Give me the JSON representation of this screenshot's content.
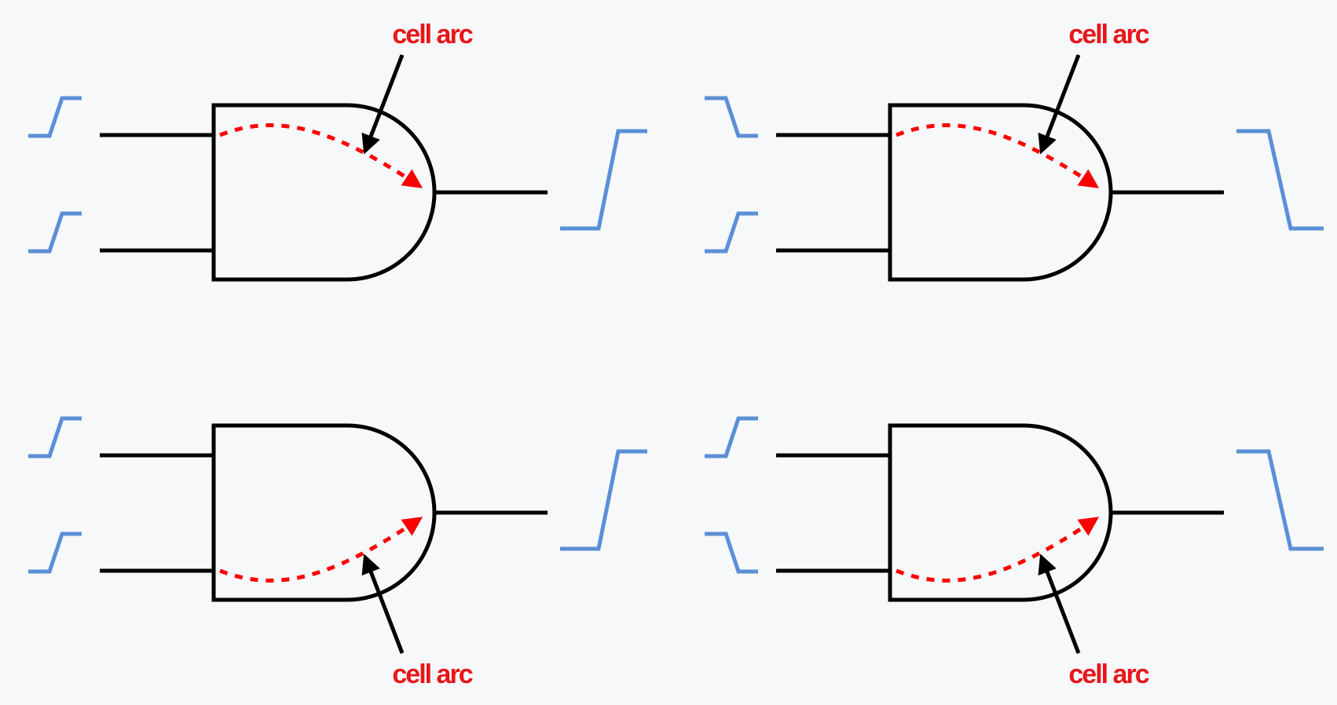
{
  "colors": {
    "background": "#f6f8f9",
    "gate_stroke": "#000000",
    "arc_color": "#ff0000",
    "waveform": "#5b8fd6",
    "label_color": "#e8161b"
  },
  "gates": [
    {
      "name": "top-left",
      "input_a_waveform": "rising",
      "input_b_waveform": "rising",
      "output_waveform": "rising",
      "arc_from_input": "a",
      "label": "cell arc",
      "label_position": "above"
    },
    {
      "name": "top-right",
      "input_a_waveform": "falling",
      "input_b_waveform": "rising",
      "output_waveform": "falling",
      "arc_from_input": "a",
      "label": "cell arc",
      "label_position": "above"
    },
    {
      "name": "bottom-left",
      "input_a_waveform": "rising",
      "input_b_waveform": "rising",
      "output_waveform": "rising",
      "arc_from_input": "b",
      "label": "cell arc",
      "label_position": "below"
    },
    {
      "name": "bottom-right",
      "input_a_waveform": "rising",
      "input_b_waveform": "falling",
      "output_waveform": "falling",
      "arc_from_input": "b",
      "label": "cell arc",
      "label_position": "below"
    }
  ]
}
